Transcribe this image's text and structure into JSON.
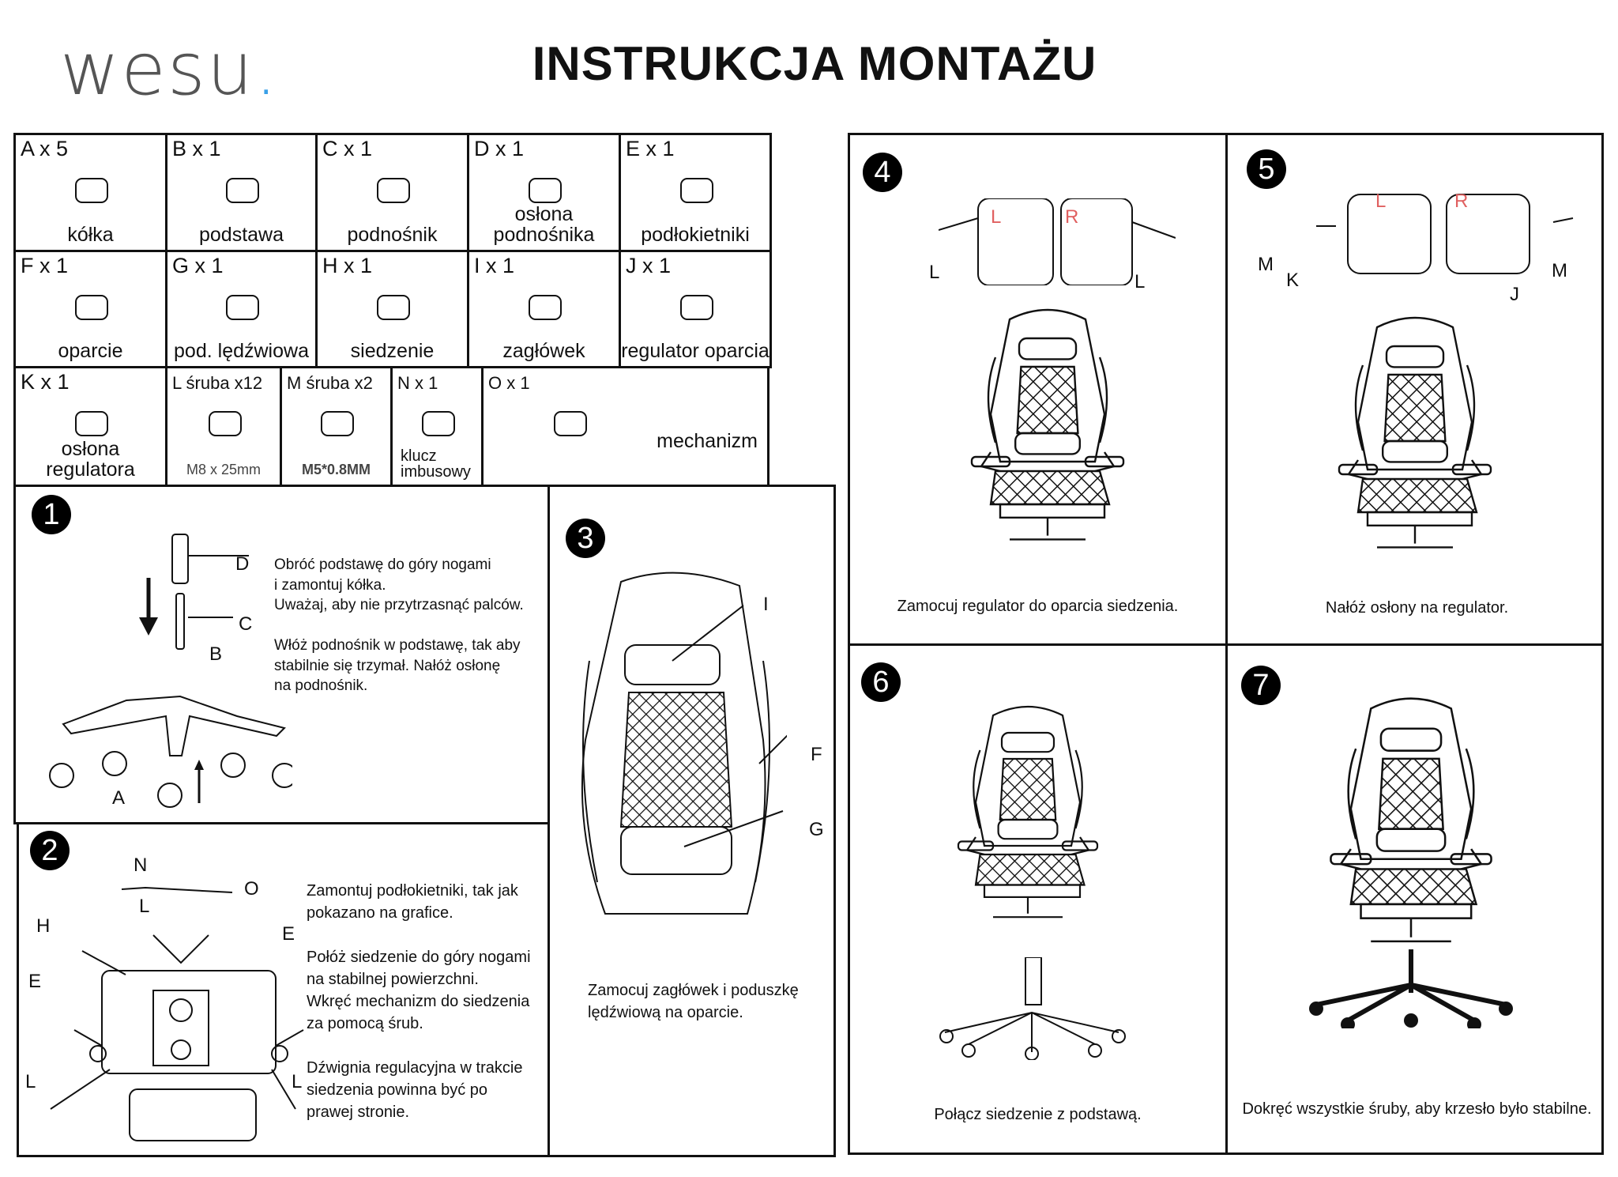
{
  "brand": {
    "logo": "wesu",
    "accent": "#3aa0e8"
  },
  "title": "INSTRUKCJA MONTAŻU",
  "parts": [
    {
      "code": "A x 5",
      "name": "kółka"
    },
    {
      "code": "B x 1",
      "name": "podstawa"
    },
    {
      "code": "C x 1",
      "name": "podnośnik"
    },
    {
      "code": "D x 1",
      "name": "osłona podnośnika"
    },
    {
      "code": "E x 1",
      "name": "podłokietniki"
    },
    {
      "code": "F x 1",
      "name": "oparcie"
    },
    {
      "code": "G x 1",
      "name": "pod. lędźwiowa"
    },
    {
      "code": "H x 1",
      "name": "siedzenie"
    },
    {
      "code": "I x 1",
      "name": "zagłówek"
    },
    {
      "code": "J x 1",
      "name": "regulator oparcia"
    },
    {
      "code": "K x 1",
      "name": "osłona regulatora"
    },
    {
      "code": "L śruba x12",
      "name": "M8 x 25mm"
    },
    {
      "code": "M śruba x2",
      "name": "M5*0.8MM"
    },
    {
      "code": "N x 1",
      "name": "klucz imbusowy"
    },
    {
      "code": "O x 1",
      "name": "mechanizm"
    }
  ],
  "steps": [
    {
      "number": "1",
      "text": "Obróć podstawę do góry nogami\ni zamontuj kółka.\nUważaj, aby nie przytrzasnąć palców.\n\nWłóż podnośnik w podstawę, tak aby\nstabilnie się trzymał. Nałóż osłonę\nna podnośnik.",
      "labels": [
        "D",
        "C",
        "B",
        "A"
      ]
    },
    {
      "number": "2",
      "text": "Zamontuj podłokietniki, tak jak\npokazano na grafice.\n\nPołóż siedzenie do góry nogami\nna stabilnej powierzchni.\nWkręć mechanizm do siedzenia\nza pomocą śrub.\n\nDźwignia regulacyjna w trakcie\nsiedzenia powinna być po\nprawej stronie.",
      "labels": [
        "N",
        "L",
        "O",
        "H",
        "E",
        "E",
        "L",
        "L"
      ]
    },
    {
      "number": "3",
      "text": "Zamocuj zagłówek i poduszkę\nlędźwiową na oparcie.",
      "labels": [
        "I",
        "F",
        "G"
      ]
    },
    {
      "number": "4",
      "text": "Zamocuj regulator do oparcia siedzenia.",
      "labels": [
        "L",
        "L",
        "L",
        "R"
      ]
    },
    {
      "number": "5",
      "text": "Nałóż osłony na regulator.",
      "labels": [
        "M",
        "K",
        "J",
        "M",
        "L",
        "R"
      ]
    },
    {
      "number": "6",
      "text": "Połącz siedzenie z podstawą."
    },
    {
      "number": "7",
      "text": "Dokręć wszystkie śruby, aby krzesło było\nstabilne."
    }
  ]
}
